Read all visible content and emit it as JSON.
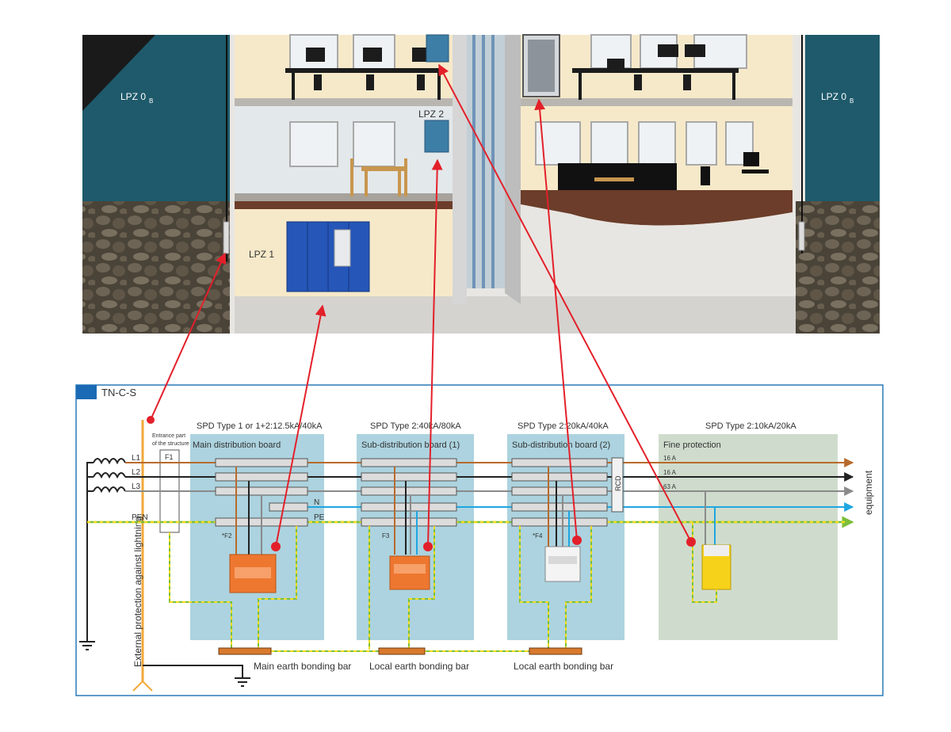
{
  "building": {
    "lpz0_left_main": "LPZ 0",
    "lpz0_left_sub": "B",
    "lpz0_right_main": "LPZ 0",
    "lpz0_right_sub": "B",
    "lpz1": "LPZ 1",
    "lpz2": "LPZ 2"
  },
  "schematic": {
    "system": "TN-C-S",
    "spd_headers": [
      "SPD Type 1 or 1+2:12.5kA/40kA",
      "SPD Type 2:40kA/80kA",
      "SPD Type 2:20kA/40kA",
      "SPD Type 2:10kA/20kA"
    ],
    "boards": [
      "Main distribution board",
      "Sub-distribution board (1)",
      "Sub-distribution board (2)",
      "Fine protection"
    ],
    "entrance_label_1": "Entrance part",
    "entrance_label_2": "of the structure",
    "fuse_f1": "F1",
    "lines": [
      "L1",
      "L2",
      "L3"
    ],
    "n_label": "N",
    "pe_label": "PE",
    "pen_label": "PEN",
    "fuses": [
      "*F2",
      "F3",
      "*F4"
    ],
    "rcd": "RCD",
    "breakers": [
      "16 A",
      "16 A",
      "63 A"
    ],
    "equipment": "equipment",
    "external_protection": "External protection against lightning",
    "bonding_bars": [
      "Main earth bonding bar",
      "Local earth bonding bar",
      "Local earth bonding bar"
    ]
  },
  "colors": {
    "l1": "#b86a2c",
    "l2": "#222222",
    "l3": "#8a8a8a",
    "n": "#1fa6e0",
    "pe_green": "#7cbf3a",
    "pe_yellow": "#f2dc1c",
    "arrow_red": "#e3202a",
    "board_blue": "#acd3df",
    "board_green": "#cfdccd",
    "frame_blue": "#2a7ab8",
    "spd_orange": "#ee7730",
    "spd_yellow": "#f7d21a",
    "lightning_orange": "#f2a83a",
    "facade_teal": "#1e5a6b"
  }
}
